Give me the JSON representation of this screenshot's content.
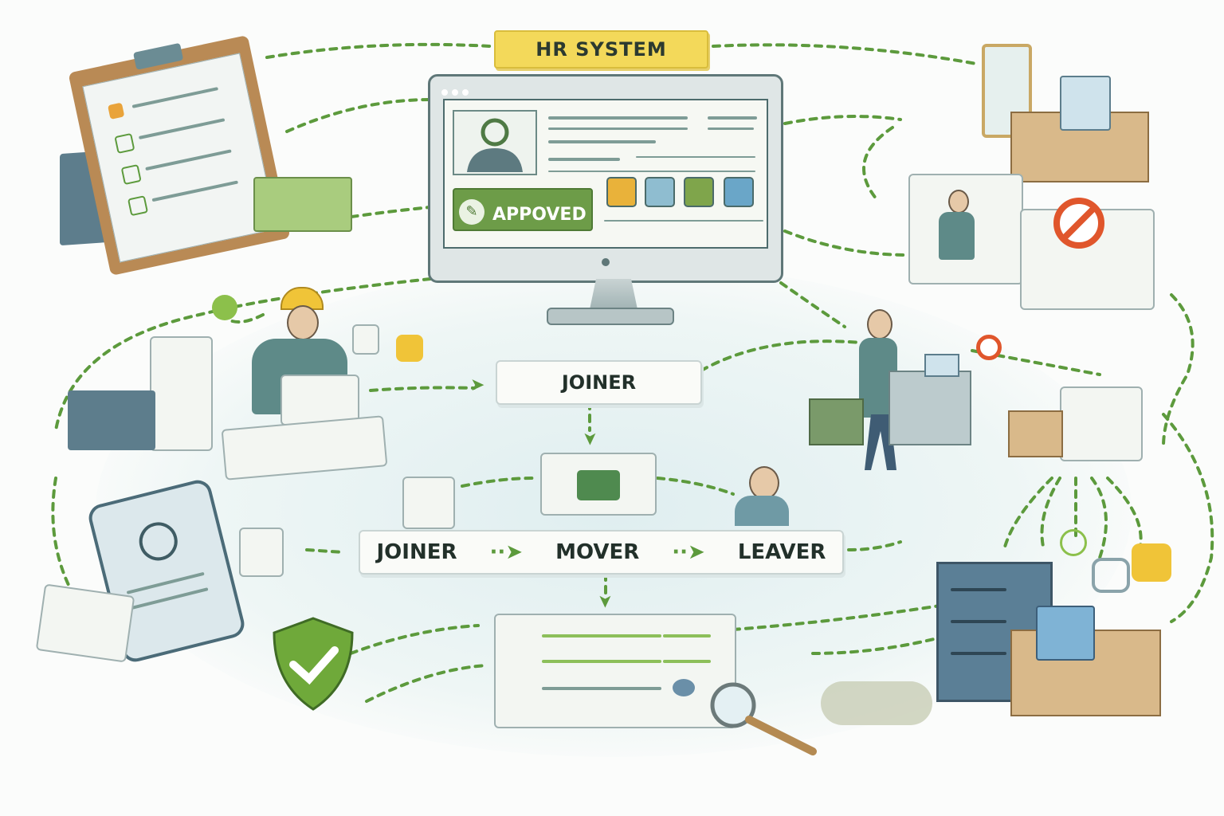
{
  "header": {
    "title": "HR SYSTEM"
  },
  "monitor": {
    "status_label": "APPOVED"
  },
  "flow": {
    "top_stage": "JOINER",
    "stages": [
      "JOINER",
      "MOVER",
      "LEAVER"
    ]
  },
  "colors": {
    "accent_green": "#5c9a3c",
    "label_yellow": "#f3d95a",
    "approved_green": "#6d9c48",
    "stop_red": "#e0562c",
    "box_tan": "#d9b98a"
  },
  "icons": [
    "clipboard-icon",
    "monitor-icon",
    "user-icon",
    "hourglass-icon",
    "box-icon",
    "no-entry-icon",
    "worker-icon",
    "phone-icon",
    "shield-check-icon",
    "server-icon",
    "magnifier-icon",
    "keys-icon",
    "briefcase-icon",
    "badge-icon",
    "lock-icon"
  ]
}
